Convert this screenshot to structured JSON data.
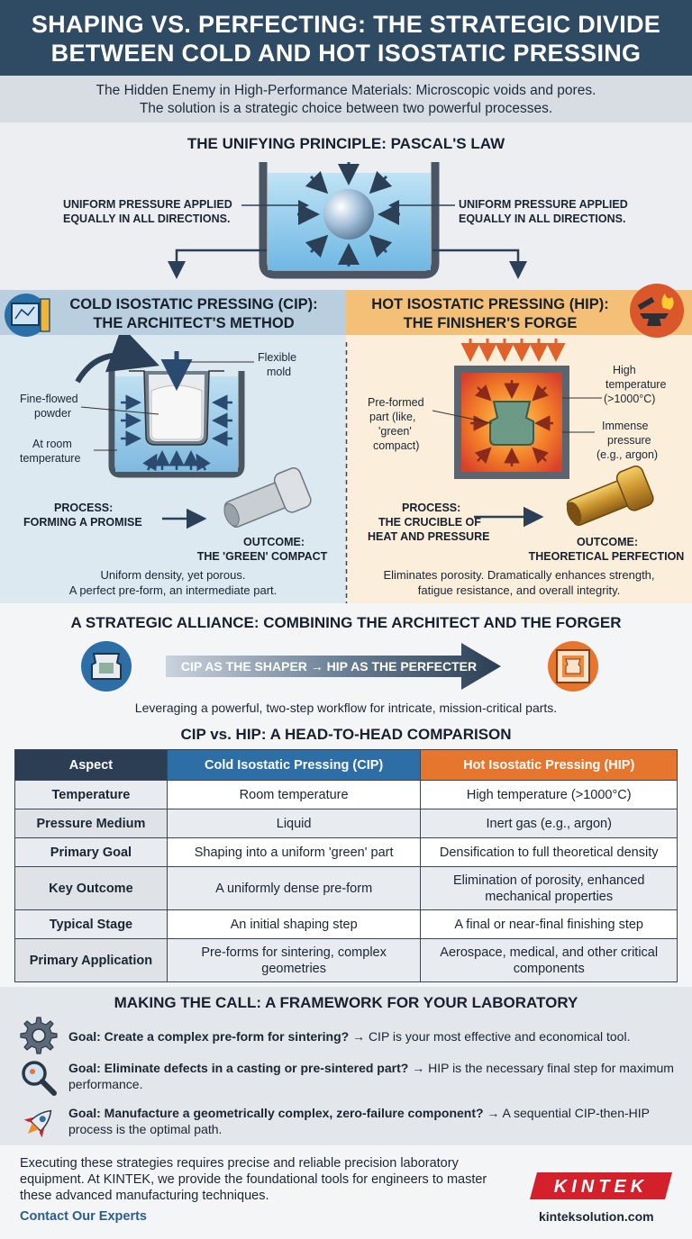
{
  "header": {
    "title_line1": "SHAPING VS. PERFECTING: THE STRATEGIC DIVIDE",
    "title_line2": "BETWEEN COLD AND HOT ISOSTATIC PRESSING"
  },
  "intro": {
    "line1": "The Hidden Enemy in High-Performance Materials: Microscopic voids and pores.",
    "line2": "The solution is a strategic choice between two powerful processes."
  },
  "principle": {
    "title": "THE UNIFYING PRINCIPLE: PASCAL'S LAW",
    "left_label_1": "UNIFORM PRESSURE APPLIED",
    "left_label_2": "EQUALLY IN ALL DIRECTIONS.",
    "right_label_1": "UNIFORM PRESSURE APPLIED",
    "right_label_2": "EQUALLY IN ALL DIRECTIONS."
  },
  "cip": {
    "title_1": "COLD ISOSTATIC PRESSING (CIP):",
    "title_2": "THE ARCHITECT'S METHOD",
    "label_mold_1": "Flexible",
    "label_mold_2": "mold",
    "label_powder_1": "Fine-flowed",
    "label_powder_2": "powder",
    "label_temp_1": "At room",
    "label_temp_2": "temperature",
    "process_1": "PROCESS:",
    "process_2": "FORMING A PROMISE",
    "outcome_1": "OUTCOME:",
    "outcome_2": "THE 'GREEN' COMPACT",
    "desc_1": "Uniform density, yet porous.",
    "desc_2": "A perfect pre-form, an intermediate part."
  },
  "hip": {
    "title_1": "HOT ISOSTATIC PRESSING (HIP):",
    "title_2": "THE FINISHER'S FORGE",
    "label_temp_1": "High",
    "label_temp_2": "temperature",
    "label_temp_3": "(>1000°C)",
    "label_part_1": "Pre-formed",
    "label_part_2": "part (like,",
    "label_part_3": "'green'",
    "label_part_4": "compact)",
    "label_pressure_1": "Immense",
    "label_pressure_2": "pressure",
    "label_pressure_3": "(e.g., argon)",
    "process_1": "PROCESS:",
    "process_2": "THE CRUCIBLE OF",
    "process_3": "HEAT AND PRESSURE",
    "outcome_1": "OUTCOME:",
    "outcome_2": "THEORETICAL PERFECTION",
    "desc_1": "Eliminates porosity. Dramatically enhances strength,",
    "desc_2": "fatigue resistance, and overall integrity."
  },
  "alliance": {
    "title": "A STRATEGIC ALLIANCE: COMBINING THE ARCHITECT AND THE FORGER",
    "arrow_text": "CIP AS THE SHAPER → HIP AS THE PERFECTER",
    "subtitle": "Leveraging a powerful, two-step workflow for intricate, mission-critical parts."
  },
  "comparison": {
    "title": "CIP vs. HIP: A HEAD-TO-HEAD COMPARISON",
    "headers": [
      "Aspect",
      "Cold Isostatic Pressing (CIP)",
      "Hot Isostatic Pressing (HIP)"
    ],
    "rows": [
      [
        "Temperature",
        "Room temperature",
        "High temperature (>1000°C)"
      ],
      [
        "Pressure Medium",
        "Liquid",
        "Inert gas (e.g., argon)"
      ],
      [
        "Primary Goal",
        "Shaping into a uniform 'green' part",
        "Densification to full theoretical density"
      ],
      [
        "Key Outcome",
        "A uniformly dense pre-form",
        "Elimination of porosity, enhanced mechanical properties"
      ],
      [
        "Typical Stage",
        "An initial shaping step",
        "A final or near-final finishing step"
      ],
      [
        "Primary Application",
        "Pre-forms for sintering, complex geometries",
        "Aerospace, medical, and other critical components"
      ]
    ]
  },
  "framework": {
    "title": "MAKING THE CALL: A FRAMEWORK FOR YOUR LABORATORY",
    "items": [
      {
        "icon": "gear-icon",
        "goal": "Goal: Create a complex pre-form for sintering?",
        "answer": " → CIP is your most effective and economical tool."
      },
      {
        "icon": "magnifier-icon",
        "goal": "Goal: Eliminate defects in a casting or pre-sintered part?",
        "answer": " → HIP is the necessary final step for maximum performance."
      },
      {
        "icon": "rocket-icon",
        "goal": "Goal: Manufacture a geometrically complex, zero-failure component?",
        "answer": " → A sequential CIP-then-HIP process is the optimal path."
      }
    ]
  },
  "footer": {
    "text": "Executing these strategies requires precise and reliable precision laboratory equipment. At KINTEK, we provide the foundational tools for engineers to master these advanced manufacturing techniques.",
    "contact": "Contact Our Experts",
    "logo": "KINTEK",
    "site": "kinteksolution.com"
  },
  "colors": {
    "header": "#2f4a63",
    "cip_blue": "#2e6ea6",
    "hip_orange": "#e6752e",
    "brand_red": "#d3202a"
  }
}
